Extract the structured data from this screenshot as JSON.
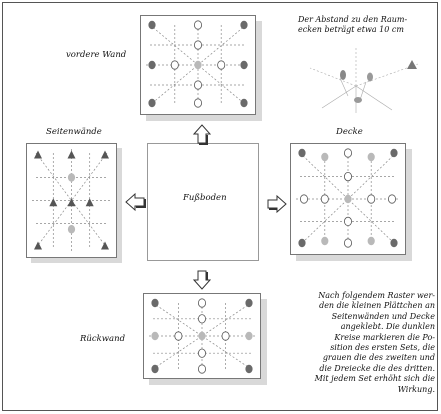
{
  "labels": {
    "front_wall": "vordere Wand",
    "side_walls": "Seitenwände",
    "ceiling": "Decke",
    "floor": "Fußboden",
    "back_wall": "Rückwand"
  },
  "note_top": [
    "Der Abstand zu den Raum-",
    "ecken beträgt etwa 10 cm"
  ],
  "note_bottom": [
    "Nach folgendem Raster wer-",
    "den die kleinen Plättchen an",
    "Seitenwänden und Decke",
    "angeklebt. Die dunklen",
    "Kreise markieren die Po-",
    "sition des ersten Sets, die",
    "grauen die des zweiten und",
    "die Dreiecke die des dritten.",
    "Mit jedem Set erhöht sich die",
    "Wirkung."
  ],
  "colors": {
    "dark_marker": "#6a6a6a",
    "grey_marker": "#b9b9b9",
    "open_marker": "#ffffff",
    "triangle": "#555555",
    "shadow": "#d9d9d9",
    "grid_line": "#8a8a8a"
  },
  "icons": {
    "arrow_up": "arrow-up-icon",
    "arrow_left": "arrow-left-icon",
    "arrow_right": "arrow-right-icon",
    "arrow_down": "arrow-down-icon"
  }
}
